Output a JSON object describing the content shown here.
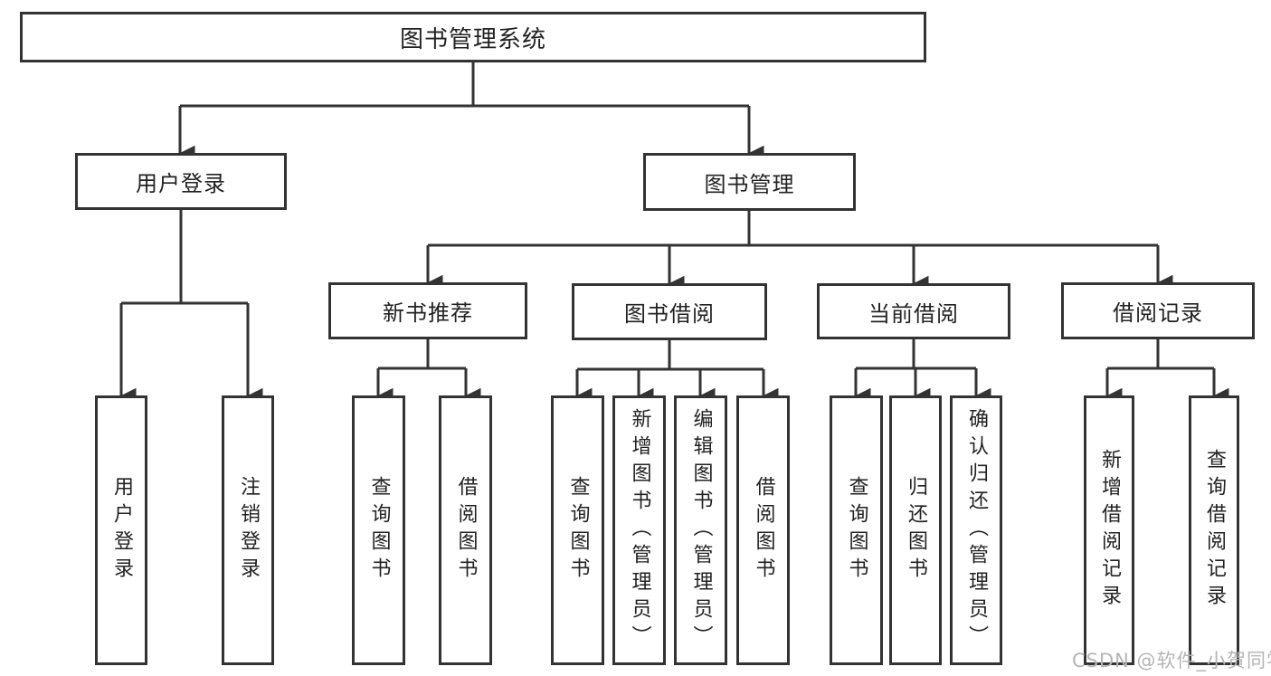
{
  "diagram": {
    "root": "图书管理系统",
    "login": {
      "label": "用户登录",
      "children": [
        "用户登录",
        "注销登录"
      ]
    },
    "manage": {
      "label": "图书管理",
      "groups": [
        {
          "label": "新书推荐",
          "children": [
            "查询图书",
            "借阅图书"
          ]
        },
        {
          "label": "图书借阅",
          "children": [
            "查询图书",
            "新增图书（管理员）",
            "编辑图书（管理员）",
            "借阅图书"
          ]
        },
        {
          "label": "当前借阅",
          "children": [
            "查询图书",
            "归还图书",
            "确认归还（管理员）"
          ]
        },
        {
          "label": "借阅记录",
          "children": [
            "新增借阅记录",
            "查询借阅记录"
          ]
        }
      ]
    }
  },
  "watermark": "CSDN @软件_小贺同学",
  "colors": {
    "line": "#333333",
    "text": "#222222",
    "background": "#ffffff",
    "watermark": "#b5b5b5"
  }
}
